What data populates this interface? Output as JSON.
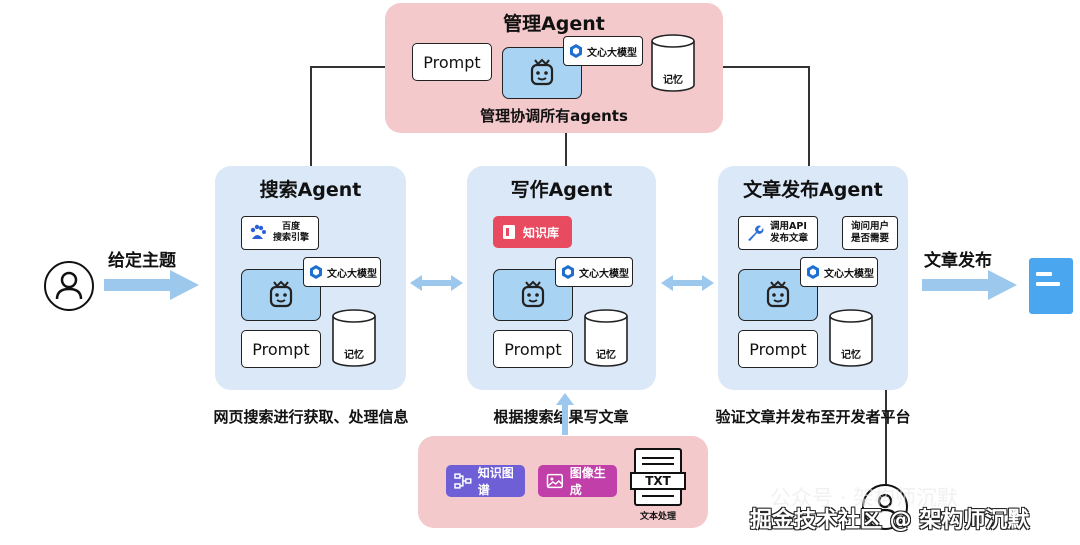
{
  "manager": {
    "title": "管理Agent",
    "prompt": "Prompt",
    "llm": "文心大模型",
    "memory": "记忆",
    "caption": "管理协调所有agents"
  },
  "search_agent": {
    "title": "搜索Agent",
    "tool_line1": "百度",
    "tool_line2": "搜索引擎",
    "llm": "文心大模型",
    "prompt": "Prompt",
    "memory": "记忆",
    "caption": "网页搜索进行获取、处理信息"
  },
  "writing_agent": {
    "title": "写作Agent",
    "tool": "知识库",
    "llm": "文心大模型",
    "prompt": "Prompt",
    "memory": "记忆",
    "caption": "根据搜索结果写文章"
  },
  "publish_agent": {
    "title": "文章发布Agent",
    "tool_line1": "调用API",
    "tool_line2": "发布文章",
    "ask_line1": "询问用户",
    "ask_line2": "是否需要",
    "llm": "文心大模型",
    "prompt": "Prompt",
    "memory": "记忆",
    "caption": "验证文章并发布至开发者平台"
  },
  "tools_panel": {
    "knowledge_graph": "知识图谱",
    "image_gen": "图像生成",
    "txt": "TXT",
    "text_processing": "文本处理"
  },
  "flow": {
    "input_label": "给定主题",
    "output_label": "文章发布"
  },
  "watermark": {
    "line1": "公众号 · 架构师沉默",
    "line2": "掘金技术社区 @ 架构师沉默"
  },
  "colors": {
    "pink_panel": "#f4c9cc",
    "blue_panel": "#dbe8f8",
    "robot": "#a9d3f2",
    "knowledge_base": "#e84a5f",
    "knowledge_graph": "#6f5fd6",
    "image_gen": "#c03fa8",
    "arrow": "#9cc8ee"
  }
}
